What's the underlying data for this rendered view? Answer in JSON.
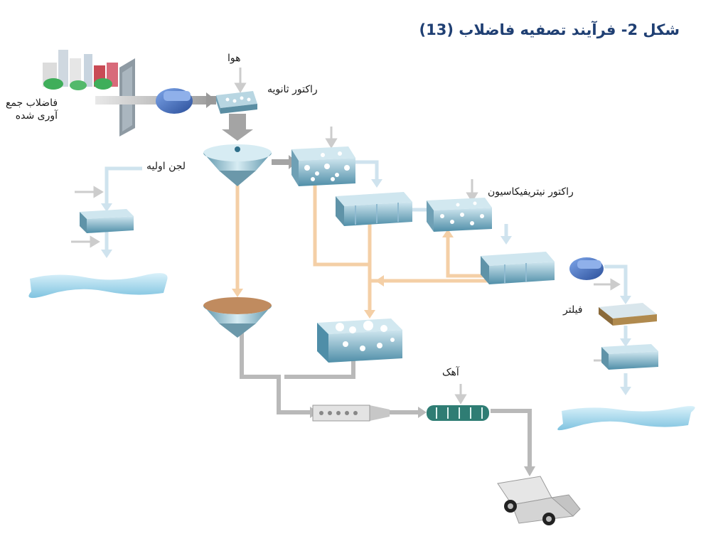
{
  "title": "شکل 2- فرآیند تصفیه فاضلاب (13)",
  "labels": {
    "air": "هوا",
    "secondary_reactor": "راکتور ثانویه",
    "collected_wastewater_line1": "فاضلاب جمع",
    "collected_wastewater_line2": "آوری شده",
    "primary_sludge": "لجن اولیه",
    "nitrification_reactor": "راکتور نیتریفیکاسیون",
    "filter": "فیلتر",
    "lime": "آهک"
  },
  "colors": {
    "water": "#9fd4ea",
    "tank": "#7fb3c8",
    "sludge_flow": "#f2c89a",
    "pump": "#3a6fc2",
    "title": "#1f3f73"
  }
}
